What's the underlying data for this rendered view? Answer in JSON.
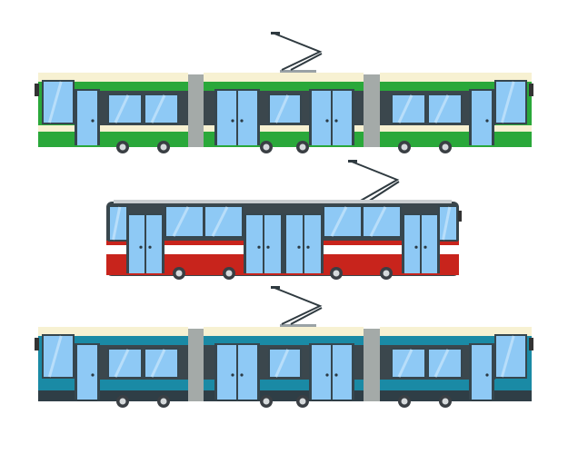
{
  "trams": [
    {
      "id": "green-articulated-tram",
      "style": "articulated",
      "body_color": "#2aa83a",
      "roof_color": "#f7f1d2",
      "stripe_color": "#f7f1d2",
      "bottom_color": "#2aa83a"
    },
    {
      "id": "red-short-tram",
      "style": "short",
      "body_color": "#c8241c",
      "roof_color": "#ffffff",
      "stripe_color": "#ffffff",
      "bottom_color": "#c8241c"
    },
    {
      "id": "teal-articulated-tram",
      "style": "articulated",
      "body_color": "#1a8aa5",
      "roof_color": "#f7f1d2",
      "stripe_color": "#1a8aa5",
      "bottom_color": "#2f3e46"
    }
  ],
  "colors": {
    "window": "#8ec9f5",
    "window_frame": "#36464e",
    "joint": "#a4aaa8",
    "wheel": "#3a3f44",
    "pantograph": "#2f3a40"
  }
}
